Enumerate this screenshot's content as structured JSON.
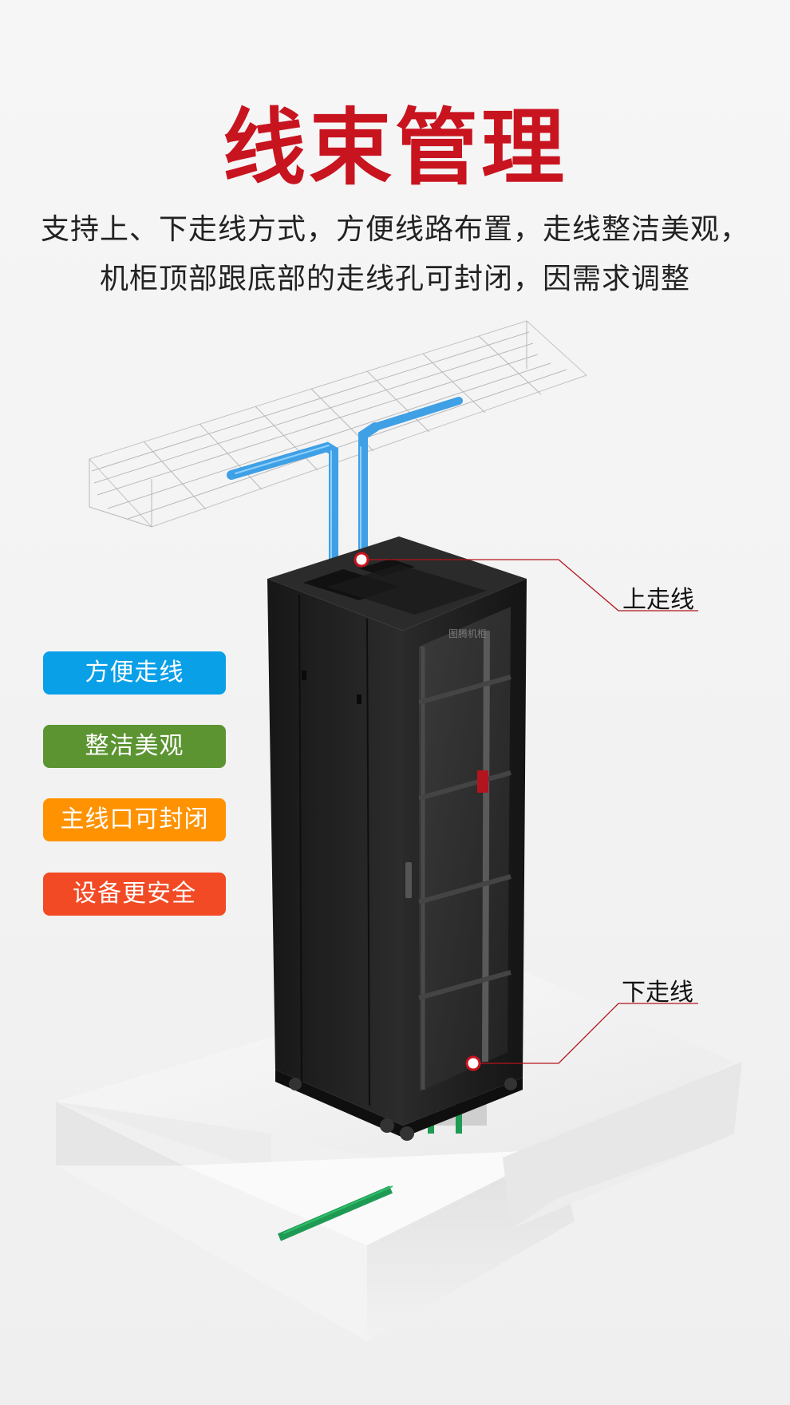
{
  "header": {
    "title": "线束管理",
    "description_line1": "支持上、下走线方式，方便线路布置，走线整洁美观，",
    "description_line2": "机柜顶部跟底部的走线孔可封闭，因需求调整"
  },
  "badges": [
    {
      "label": "方便走线",
      "color": "#0aa0e8"
    },
    {
      "label": "整洁美观",
      "color": "#5c9432"
    },
    {
      "label": "主线口可封闭",
      "color": "#ff9200"
    },
    {
      "label": "设备更安全",
      "color": "#f24a24"
    }
  ],
  "callouts": {
    "top": "上走线",
    "bottom": "下走线"
  },
  "cabinet": {
    "logo_text": "图腾机柜"
  },
  "colors": {
    "accent_red": "#c8141f",
    "cable_blue": "#3fa0e6",
    "cable_green": "#1f9a54",
    "cabinet_black": "#1d1d1d"
  }
}
